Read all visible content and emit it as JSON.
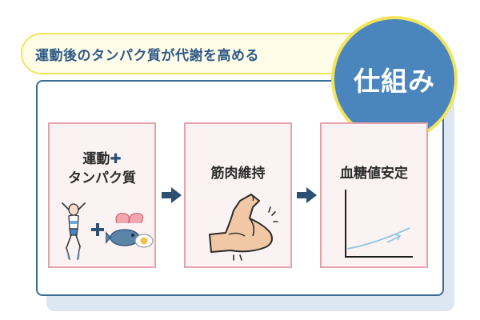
{
  "caption": "運動後のタンパク質が代謝を高める",
  "badge": "仕組み",
  "steps": [
    {
      "line1": "運動",
      "plus": "✚",
      "line2": "タンパク質"
    },
    {
      "title": "筋肉維持"
    },
    {
      "title": "血糖値安定"
    }
  ],
  "colors": {
    "accent_blue": "#4a86bd",
    "border_blue": "#3a6b96",
    "caption_text": "#2f5a87",
    "highlight_yellow": "#f3e45e",
    "card_border": "#e6a3ae",
    "card_fill": "#fbf2f3"
  }
}
